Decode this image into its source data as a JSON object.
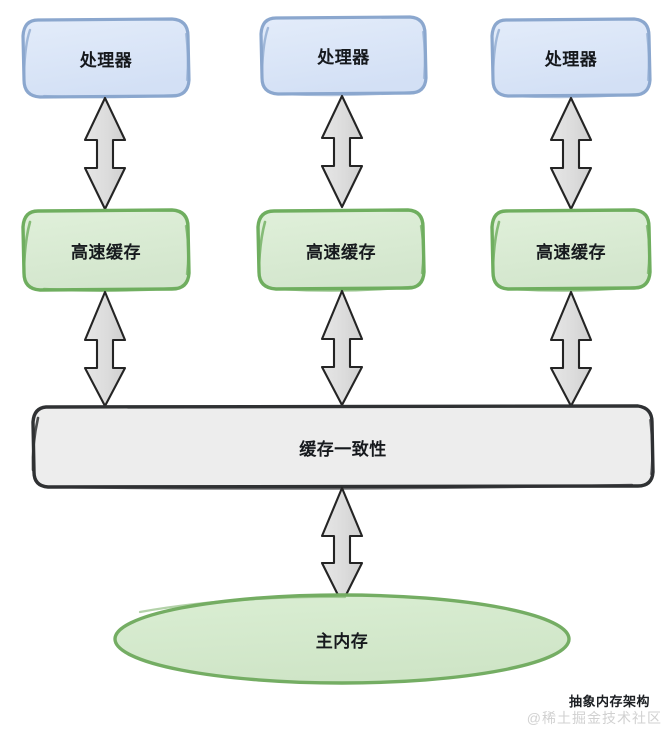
{
  "diagram": {
    "caption": "抽象内存架构",
    "watermark": "@稀土掘金技术社区",
    "colors": {
      "processor_fill": "#dbe6f7",
      "processor_stroke": "#8ba7ce",
      "cache_fill": "#d9ead5",
      "cache_stroke": "#6fae5f",
      "coherence_fill": "#ececec",
      "coherence_stroke": "#2f3133",
      "memory_fill": "#d4e8cd",
      "memory_stroke": "#74ad63",
      "arrow_fill": "#dedede",
      "arrow_stroke": "#1f1f1f",
      "background": "#ffffff"
    },
    "processors": [
      {
        "label": "处理器"
      },
      {
        "label": "处理器"
      },
      {
        "label": "处理器"
      }
    ],
    "caches": [
      {
        "label": "高速缓存"
      },
      {
        "label": "高速缓存"
      },
      {
        "label": "高速缓存"
      }
    ],
    "coherence": {
      "label": "缓存一致性"
    },
    "main_memory": {
      "label": "主内存"
    },
    "connectors": [
      {
        "from": "处理器",
        "to": "高速缓存",
        "kind": "double-headed-arrow"
      },
      {
        "from": "处理器",
        "to": "高速缓存",
        "kind": "double-headed-arrow"
      },
      {
        "from": "处理器",
        "to": "高速缓存",
        "kind": "double-headed-arrow"
      },
      {
        "from": "高速缓存",
        "to": "缓存一致性",
        "kind": "double-headed-arrow"
      },
      {
        "from": "高速缓存",
        "to": "缓存一致性",
        "kind": "double-headed-arrow"
      },
      {
        "from": "高速缓存",
        "to": "缓存一致性",
        "kind": "double-headed-arrow"
      },
      {
        "from": "缓存一致性",
        "to": "主内存",
        "kind": "double-headed-arrow"
      }
    ]
  }
}
